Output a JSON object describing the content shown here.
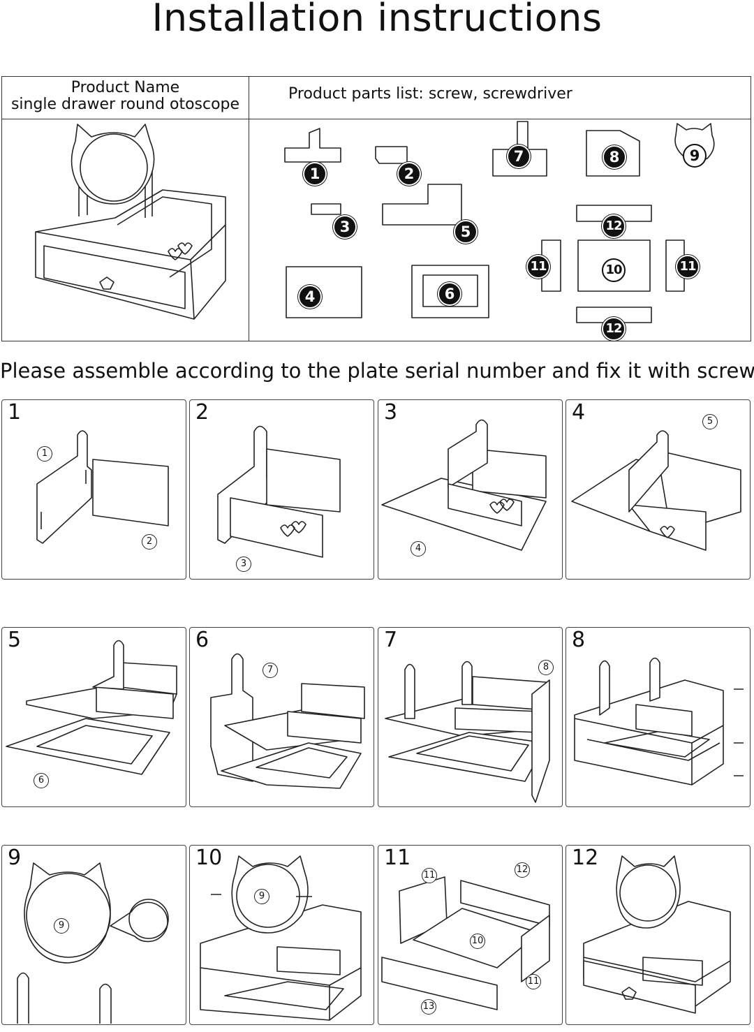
{
  "title": "Installation instructions",
  "product": {
    "name_label": "Product Name",
    "name_value": "single drawer round otoscope",
    "parts_list": "Product parts list: screw, screwdriver"
  },
  "parts": {
    "badge_1": "1",
    "badge_2": "2",
    "badge_3": "3",
    "badge_4": "4",
    "badge_5": "5",
    "badge_6": "6",
    "badge_7": "7",
    "badge_8": "8",
    "badge_9": "9",
    "badge_10": "10",
    "badge_11": "11",
    "badge_12": "12"
  },
  "subtitle": "Please assemble according to the plate serial number and fix it with screws",
  "steps": [
    {
      "number": "1",
      "callouts": [
        "1",
        "2"
      ]
    },
    {
      "number": "2",
      "callouts": [
        "3"
      ]
    },
    {
      "number": "3",
      "callouts": [
        "4"
      ]
    },
    {
      "number": "4",
      "callouts": [
        "5"
      ]
    },
    {
      "number": "5",
      "callouts": [
        "6"
      ]
    },
    {
      "number": "6",
      "callouts": [
        "7"
      ]
    },
    {
      "number": "7",
      "callouts": [
        "8"
      ]
    },
    {
      "number": "8",
      "callouts": []
    },
    {
      "number": "9",
      "callouts": [
        "9"
      ]
    },
    {
      "number": "10",
      "callouts": [
        "9"
      ]
    },
    {
      "number": "11",
      "callouts": [
        "11",
        "12",
        "10",
        "11",
        "13"
      ]
    },
    {
      "number": "12",
      "callouts": []
    }
  ]
}
